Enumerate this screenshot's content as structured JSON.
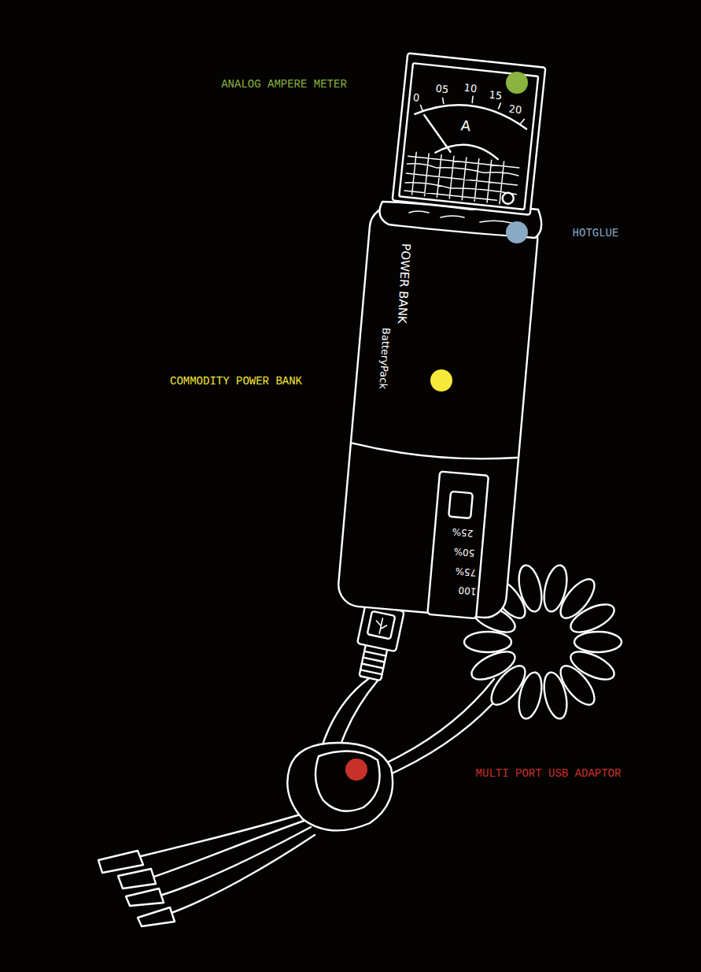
{
  "diagram": {
    "labels": [
      "ANALOG AMPERE METER",
      "0",
      "05",
      "10",
      "15",
      "20",
      "A",
      "HOTGLUE",
      "POWER BANK",
      "BatteryPack",
      "COMMODITY POWER BANK",
      "25%",
      "50%",
      "75%",
      "100",
      "MULTI PORT USB ADAPTOR"
    ]
  }
}
